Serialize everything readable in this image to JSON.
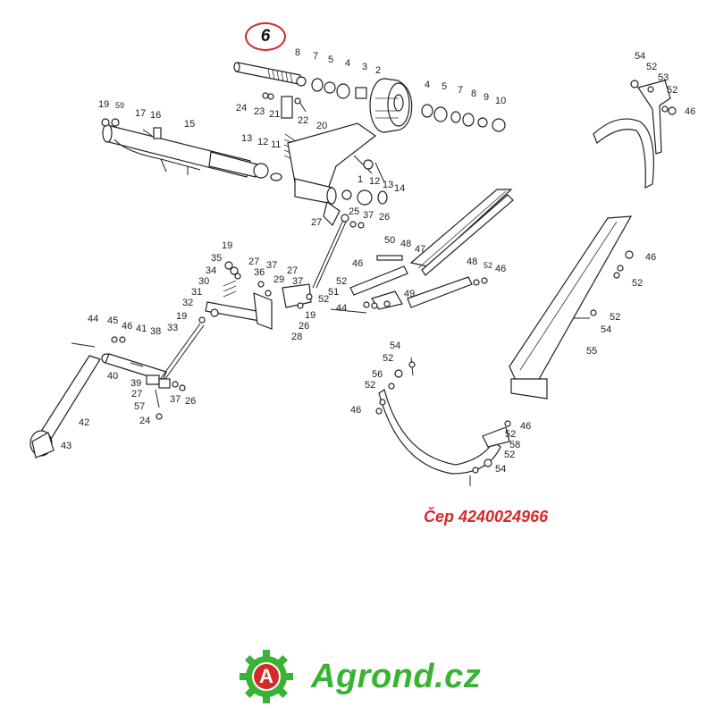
{
  "highlight": {
    "part_number": "6"
  },
  "caption": {
    "text": "Čep 4240024966"
  },
  "logo": {
    "letter": "A",
    "text": "Agrond.cz",
    "gear_color": "#39b334",
    "letter_bg": "#d42a2a"
  },
  "colors": {
    "accent_red": "#d42a2a",
    "brand_green": "#39b334",
    "line": "#222222"
  },
  "callouts": [
    {
      "id": "c8a",
      "text": "8"
    },
    {
      "id": "c7a",
      "text": "7"
    },
    {
      "id": "c5a",
      "text": "5"
    },
    {
      "id": "c4a",
      "text": "4"
    },
    {
      "id": "c3",
      "text": "3"
    },
    {
      "id": "c2",
      "text": "2"
    },
    {
      "id": "c4b",
      "text": "4"
    },
    {
      "id": "c5b",
      "text": "5"
    },
    {
      "id": "c7b",
      "text": "7"
    },
    {
      "id": "c8b",
      "text": "8"
    },
    {
      "id": "c9",
      "text": "9"
    },
    {
      "id": "c10",
      "text": "10"
    },
    {
      "id": "c24a",
      "text": "24"
    },
    {
      "id": "c23",
      "text": "23"
    },
    {
      "id": "c21",
      "text": "21"
    },
    {
      "id": "c22",
      "text": "22"
    },
    {
      "id": "c20",
      "text": "20"
    },
    {
      "id": "c19a",
      "text": "19"
    },
    {
      "id": "c59",
      "text": "59"
    },
    {
      "id": "c17",
      "text": "17"
    },
    {
      "id": "c16",
      "text": "16"
    },
    {
      "id": "c15",
      "text": "15"
    },
    {
      "id": "c13a",
      "text": "13"
    },
    {
      "id": "c12a",
      "text": "12"
    },
    {
      "id": "c11",
      "text": "11"
    },
    {
      "id": "c1",
      "text": "1"
    },
    {
      "id": "c12b",
      "text": "12"
    },
    {
      "id": "c13b",
      "text": "13"
    },
    {
      "id": "c14",
      "text": "14"
    },
    {
      "id": "c27a",
      "text": "27"
    },
    {
      "id": "c25",
      "text": "25"
    },
    {
      "id": "c37a",
      "text": "37"
    },
    {
      "id": "c26a",
      "text": "26"
    },
    {
      "id": "c54a",
      "text": "54"
    },
    {
      "id": "c52a",
      "text": "52"
    },
    {
      "id": "c53",
      "text": "53"
    },
    {
      "id": "c52b",
      "text": "52"
    },
    {
      "id": "c46a",
      "text": "46"
    },
    {
      "id": "c50",
      "text": "50"
    },
    {
      "id": "c48a",
      "text": "48"
    },
    {
      "id": "c47",
      "text": "47"
    },
    {
      "id": "c46b",
      "text": "46"
    },
    {
      "id": "c48b",
      "text": "48"
    },
    {
      "id": "c52c",
      "text": "52"
    },
    {
      "id": "c46c",
      "text": "46"
    },
    {
      "id": "c52d",
      "text": "52"
    },
    {
      "id": "c51",
      "text": "51"
    },
    {
      "id": "c49",
      "text": "49"
    },
    {
      "id": "c52e",
      "text": "52"
    },
    {
      "id": "c44a",
      "text": "44"
    },
    {
      "id": "c46d",
      "text": "46"
    },
    {
      "id": "c52f",
      "text": "52"
    },
    {
      "id": "c52g",
      "text": "52"
    },
    {
      "id": "c54b",
      "text": "54"
    },
    {
      "id": "c55",
      "text": "55"
    },
    {
      "id": "c19b",
      "text": "19"
    },
    {
      "id": "c27b",
      "text": "27"
    },
    {
      "id": "c35",
      "text": "35"
    },
    {
      "id": "c36",
      "text": "36"
    },
    {
      "id": "c37b",
      "text": "37"
    },
    {
      "id": "c34",
      "text": "34"
    },
    {
      "id": "c30",
      "text": "30"
    },
    {
      "id": "c29",
      "text": "29"
    },
    {
      "id": "c27c",
      "text": "27"
    },
    {
      "id": "c37c",
      "text": "37"
    },
    {
      "id": "c31",
      "text": "31"
    },
    {
      "id": "c32",
      "text": "32"
    },
    {
      "id": "c19c",
      "text": "19"
    },
    {
      "id": "c19d",
      "text": "19"
    },
    {
      "id": "c26b",
      "text": "26"
    },
    {
      "id": "c28",
      "text": "28"
    },
    {
      "id": "c44b",
      "text": "44"
    },
    {
      "id": "c45",
      "text": "45"
    },
    {
      "id": "c46e",
      "text": "46"
    },
    {
      "id": "c41",
      "text": "41"
    },
    {
      "id": "c38",
      "text": "38"
    },
    {
      "id": "c33",
      "text": "33"
    },
    {
      "id": "c40",
      "text": "40"
    },
    {
      "id": "c39",
      "text": "39"
    },
    {
      "id": "c27d",
      "text": "27"
    },
    {
      "id": "c37d",
      "text": "37"
    },
    {
      "id": "c26c",
      "text": "26"
    },
    {
      "id": "c57",
      "text": "57"
    },
    {
      "id": "c24b",
      "text": "24"
    },
    {
      "id": "c42",
      "text": "42"
    },
    {
      "id": "c43",
      "text": "43"
    },
    {
      "id": "c54c",
      "text": "54"
    },
    {
      "id": "c52h",
      "text": "52"
    },
    {
      "id": "c56",
      "text": "56"
    },
    {
      "id": "c52i",
      "text": "52"
    },
    {
      "id": "c46f",
      "text": "46"
    },
    {
      "id": "c46g",
      "text": "46"
    },
    {
      "id": "c52j",
      "text": "52"
    },
    {
      "id": "c58",
      "text": "58"
    },
    {
      "id": "c52k",
      "text": "52"
    },
    {
      "id": "c54d",
      "text": "54"
    }
  ]
}
